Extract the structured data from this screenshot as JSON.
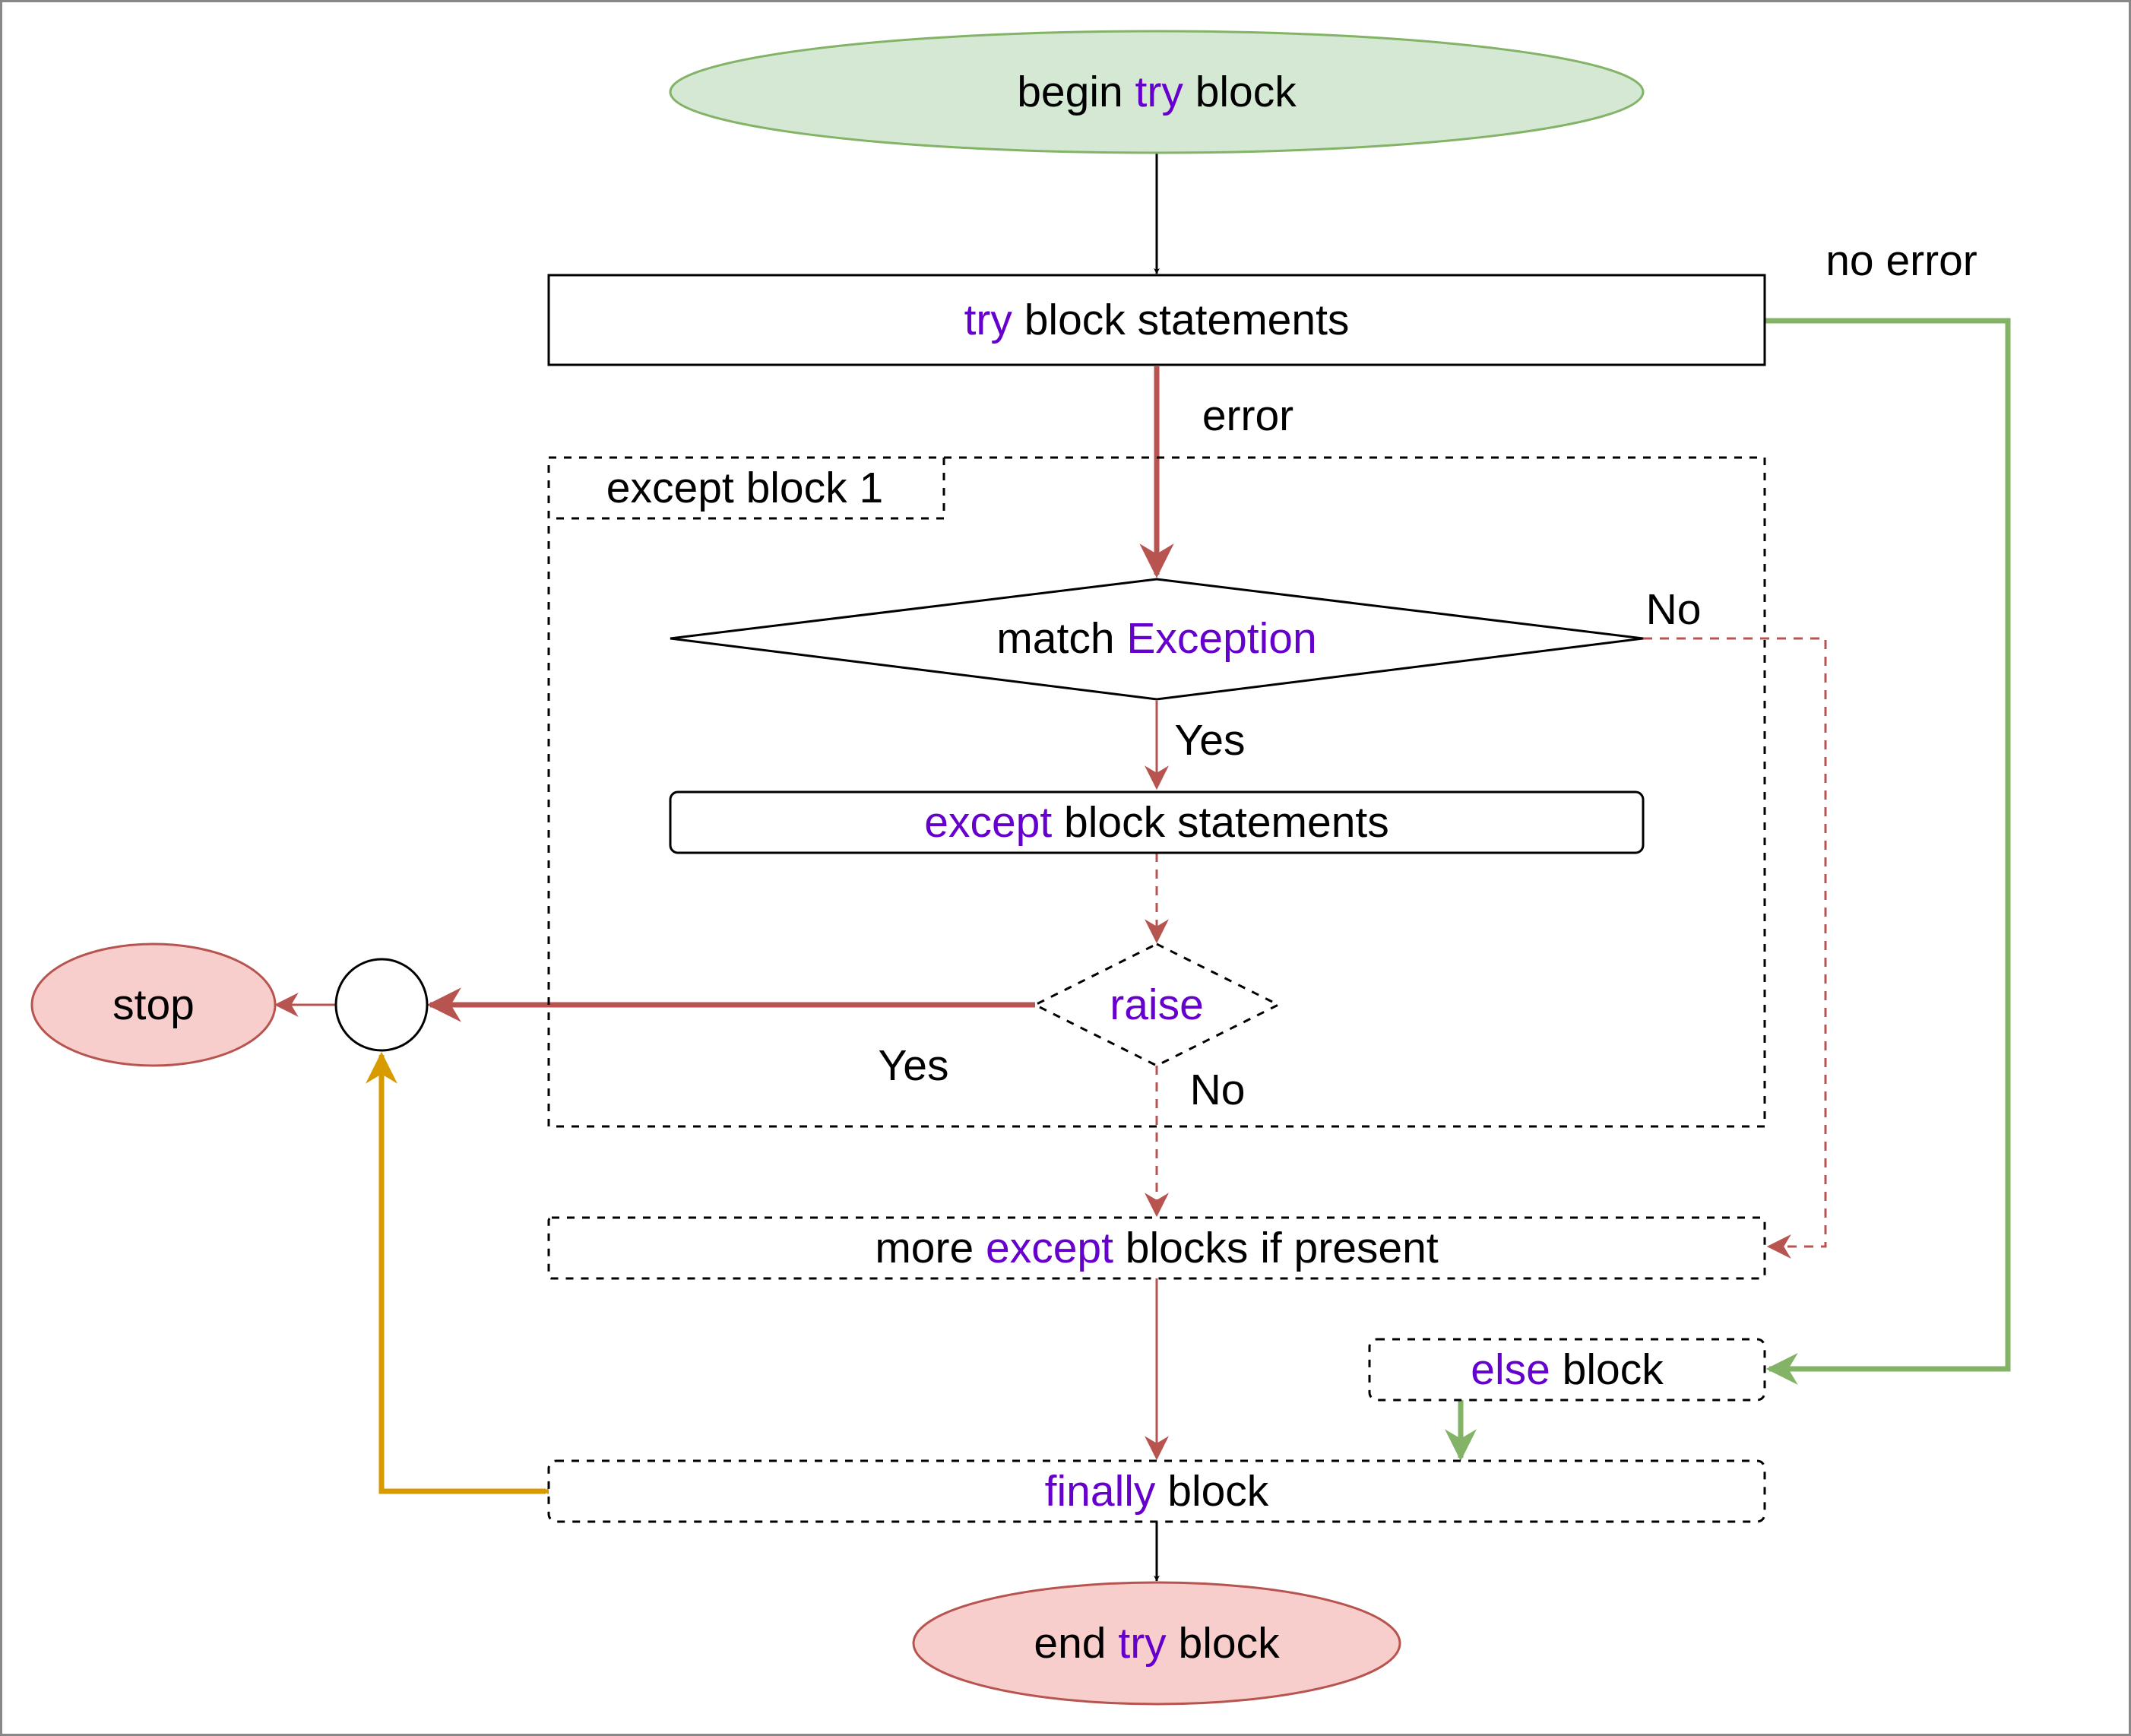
{
  "colors": {
    "keyword": "#6600cc",
    "error_path": "#b85450",
    "success_path": "#82b366",
    "finally_path": "#d79b00",
    "start_fill": "#d5e8d4",
    "start_stroke": "#82b366",
    "end_fill": "#f8cecc",
    "end_stroke": "#b85450",
    "frame": "#888888"
  },
  "nodes": {
    "begin": {
      "pre": "begin ",
      "kw": "try",
      "post": " block"
    },
    "try_statements": {
      "kw": "try",
      "post": " block statements"
    },
    "except_block_label": "except block 1",
    "match": {
      "pre": "match ",
      "kw": "Exception"
    },
    "except_statements": {
      "kw": "except",
      "post": " block statements"
    },
    "raise": {
      "kw": "raise"
    },
    "more_except": {
      "pre": "more ",
      "kw": "except",
      "post": " blocks if present"
    },
    "else_block": {
      "kw": "else",
      "post": " block"
    },
    "finally_block": {
      "kw": "finally",
      "post": " block"
    },
    "end": {
      "pre": "end ",
      "kw": "try",
      "post": " block"
    },
    "stop": "stop"
  },
  "edge_labels": {
    "no_error": "no error",
    "error": "error",
    "match_no": "No",
    "match_yes": "Yes",
    "raise_yes": "Yes",
    "raise_no": "No"
  }
}
